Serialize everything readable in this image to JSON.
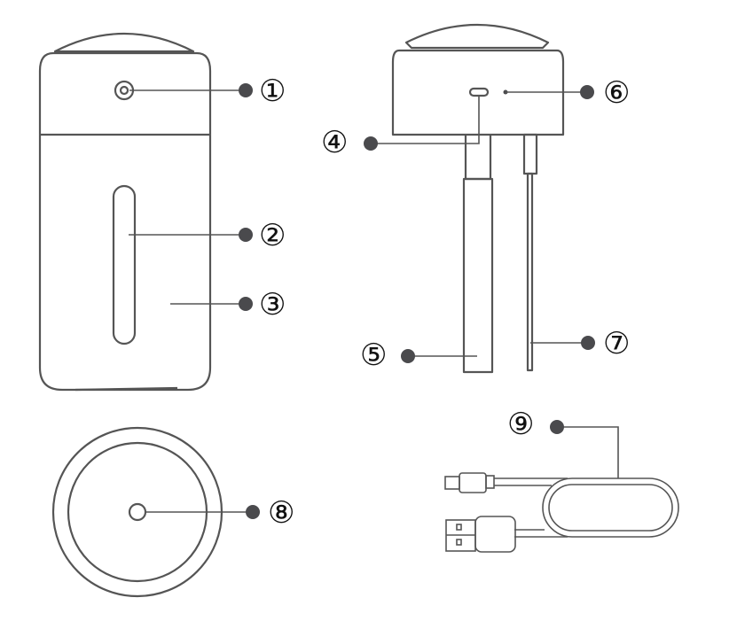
{
  "title": "Humidifier parts diagram",
  "callouts": [
    {
      "id": "1",
      "label": "①"
    },
    {
      "id": "2",
      "label": "②"
    },
    {
      "id": "3",
      "label": "③"
    },
    {
      "id": "4",
      "label": "④"
    },
    {
      "id": "5",
      "label": "⑤"
    },
    {
      "id": "6",
      "label": "⑥"
    },
    {
      "id": "7",
      "label": "⑦"
    },
    {
      "id": "8",
      "label": "⑧"
    },
    {
      "id": "9",
      "label": "⑨"
    }
  ]
}
